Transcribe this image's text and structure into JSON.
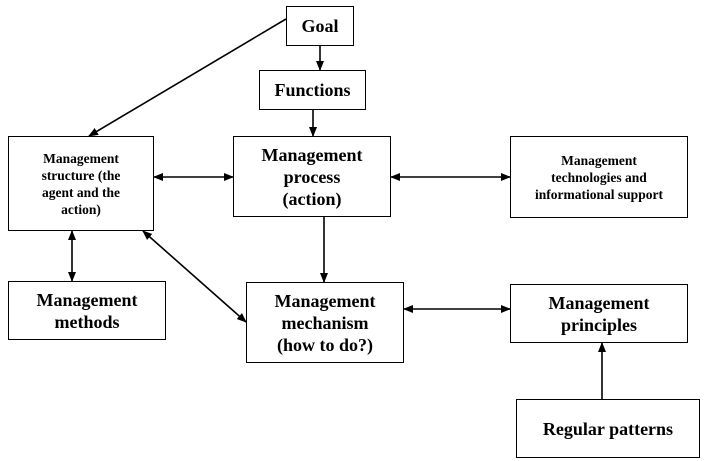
{
  "nodes": {
    "goal": "Goal",
    "functions": "Functions",
    "structure": "Management\nstructure (the\nagent and the\naction)",
    "process": "Management\nprocess\n(action)",
    "technologies": "Management\ntechnologies and\ninformational support",
    "methods": "Management\nmethods",
    "mechanism": "Management\nmechanism\n(how to do?)",
    "principles": "Management\nprinciples",
    "patterns": "Regular patterns"
  }
}
